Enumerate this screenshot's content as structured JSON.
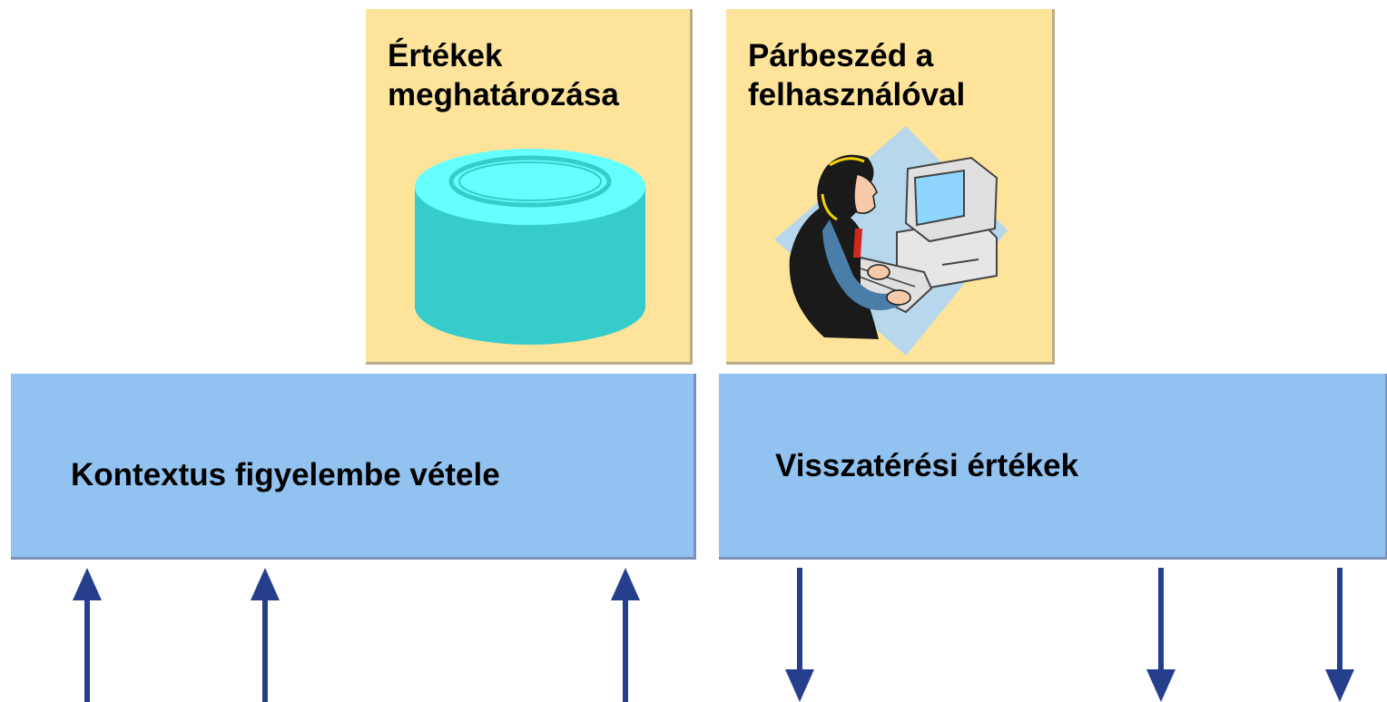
{
  "cards": {
    "values": {
      "line1": "Értékek",
      "line2": "meghatározása",
      "illustration": "database-cylinder-icon"
    },
    "dialog": {
      "line1": "Párbeszéd a",
      "line2": "felhasználóval",
      "illustration": "user-at-computer-icon"
    }
  },
  "bands": {
    "context": {
      "label": "Kontextus figyelembe vétele"
    },
    "returns": {
      "label": "Visszatérési értékek"
    }
  },
  "arrows": {
    "inputs": {
      "direction": "up",
      "count": 3,
      "color": "#263f8c"
    },
    "outputs": {
      "direction": "down",
      "count": 3,
      "color": "#263f8c"
    }
  },
  "colors": {
    "card": "#fde49a",
    "band": "#92c3f0",
    "cylinder": "#36cccc",
    "arrow": "#263f8c"
  }
}
